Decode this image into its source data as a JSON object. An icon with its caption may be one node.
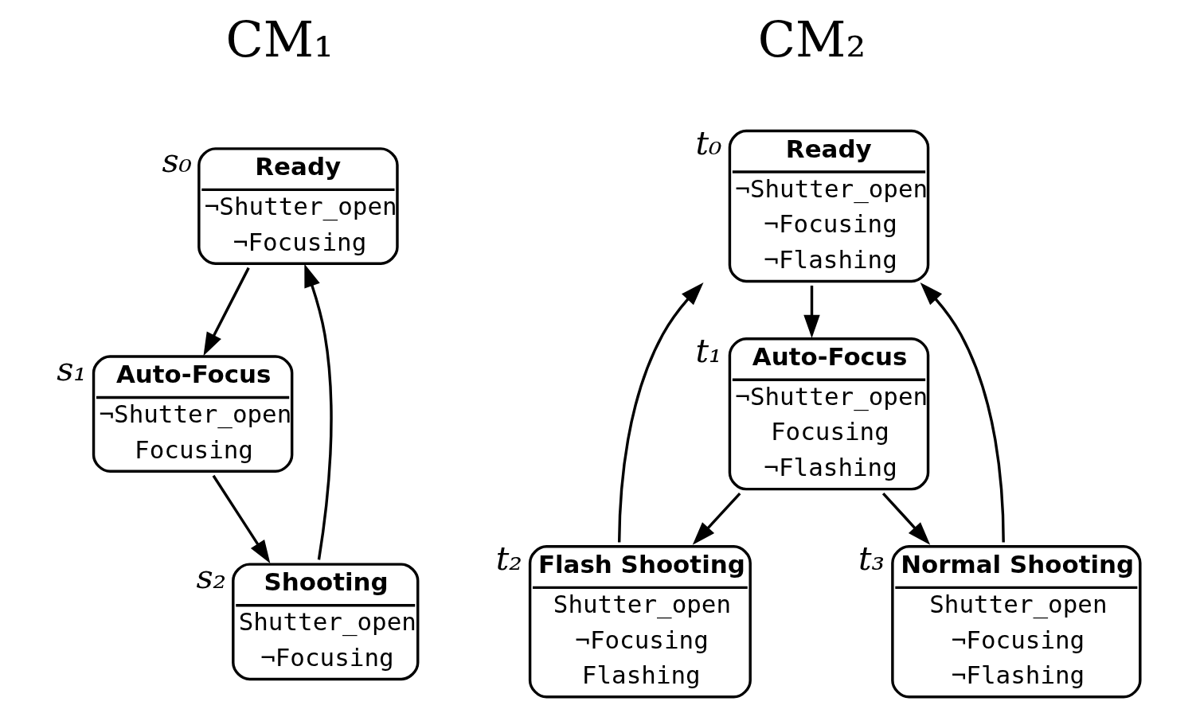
{
  "diagram": {
    "nodes": [
      {
        "text": [
          "Ready",
          "¬Shutter_open",
          "¬Focusing"
        ],
        "beside": [
          "s₀"
        ]
      },
      {
        "text": [
          "Auto-Focus",
          "¬Shutter_open",
          "Focusing"
        ],
        "beside": [
          "s₁"
        ]
      },
      {
        "text": [
          "Shooting",
          "Shutter_open",
          "¬Focusing"
        ],
        "beside": [
          "s₂"
        ]
      },
      {
        "text": [
          "Ready",
          "¬Shutter_open",
          "¬Focusing",
          "¬Flashing"
        ],
        "beside": [
          "t₀"
        ]
      },
      {
        "text": [
          "Auto-Focus",
          "¬Shutter_open",
          "Focusing",
          "¬Flashing"
        ],
        "beside": [
          "t₁"
        ]
      },
      {
        "text": [
          "Flash Shooting",
          "Shutter_open",
          "¬Focusing",
          "Flashing"
        ],
        "beside": [
          "t₂"
        ]
      },
      {
        "text": [
          "Normal Shooting",
          "Shutter_open",
          "¬Focusing",
          "¬Flashing"
        ],
        "beside": [
          "t₃"
        ]
      }
    ],
    "edges": [
      {
        "from": 0,
        "to": 1,
        "arrow": "to"
      },
      {
        "from": 1,
        "to": 2,
        "arrow": "to"
      },
      {
        "from": 2,
        "to": 0,
        "arrow": "to"
      },
      {
        "from": 3,
        "to": 4,
        "arrow": "to"
      },
      {
        "from": 4,
        "to": 5,
        "arrow": "to"
      },
      {
        "from": 4,
        "to": 6,
        "arrow": "to"
      },
      {
        "from": 5,
        "to": 3,
        "arrow": "to"
      },
      {
        "from": 6,
        "to": 3,
        "arrow": "to"
      }
    ],
    "labels": [
      "CM₁",
      "CM₂"
    ]
  }
}
